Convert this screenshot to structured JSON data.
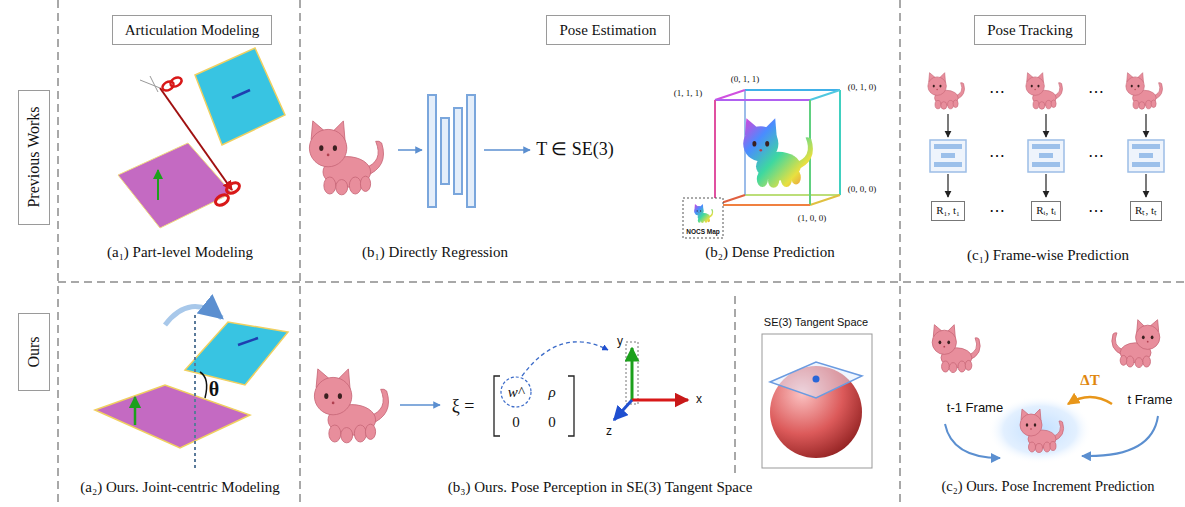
{
  "diagram": {
    "nodes": [
      {
        "text": [
          "Articulation Modeling"
        ]
      },
      {
        "text": [
          "Pose Estimation"
        ]
      },
      {
        "text": [
          "Pose Tracking"
        ]
      },
      {
        "text": [
          "Previous Works"
        ]
      },
      {
        "text": [
          "R₁, t₁"
        ]
      },
      {
        "text": [
          "Rᵢ, tᵢ"
        ]
      },
      {
        "text": [
          "Rₜ, tₜ"
        ]
      },
      {
        "text": [
          "Ours"
        ]
      }
    ],
    "labels": [
      "(a₁) Part-level Modeling",
      "T ∈ SE(3)",
      "(1, 1, 1)",
      "(0, 1, 1)",
      "(0, 1, 0)",
      "(0, 0, 0)",
      "(1, 0, 0)",
      "NOCS Map",
      "(b₁) Directly Regression",
      "(b₂) Dense Prediction",
      "⋯",
      "⋯",
      "⋯",
      "⋯",
      "⋯",
      "⋯",
      "(c₁) Frame-wise Prediction",
      "θ",
      "(a₂) Ours. Joint-centric Modeling",
      "ξ =",
      "w^",
      "ρ",
      "0",
      "0",
      "y",
      "x",
      "z",
      "SE(3) Tangent Space",
      "(b₃) Ours. Pose Perception in SE(3) Tangent Space",
      "t-1 Frame",
      "t Frame",
      "ΔT",
      "(c₂) Ours. Pose Increment Prediction"
    ]
  }
}
